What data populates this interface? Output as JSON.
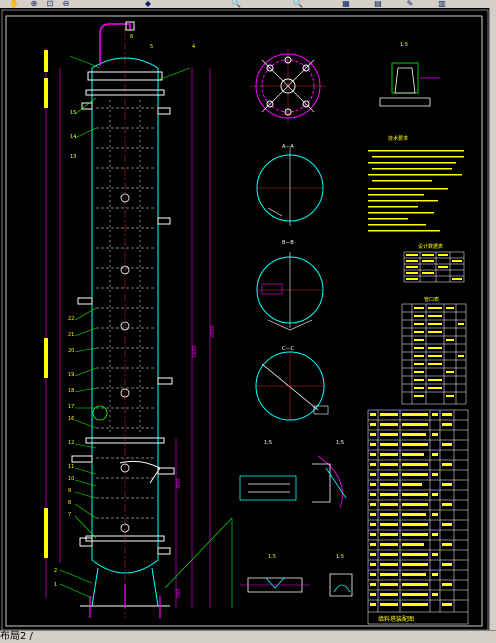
{
  "toolbar": {
    "icons": [
      "pan-icon",
      "zoom-realtime-icon",
      "zoom-window-icon",
      "zoom-previous-icon",
      "zoom-extents-icon",
      "properties-icon",
      "design-center-icon",
      "tool-palette-icon",
      "sheet-set-icon",
      "markup-icon",
      "calculator-icon"
    ]
  },
  "layout_tab": {
    "label": "布局2 /"
  },
  "drawing": {
    "view_labels": {
      "section_aa": "A—A",
      "section_bb": "B—B",
      "section_cc": "C—C"
    },
    "scale_labels": {
      "s1": "1:5",
      "s2": "1:5",
      "s3": "1:5",
      "s4": "1:5",
      "s5": "1:5"
    },
    "part_numbers": [
      "15",
      "14",
      "13",
      "22",
      "21",
      "20",
      "19",
      "18",
      "17",
      "16",
      "12",
      "11",
      "10",
      "9",
      "8",
      "7",
      "2",
      "1",
      "4",
      "5",
      "6"
    ],
    "dimension_labels": {
      "overall_height": "2800",
      "shell_section": "1600",
      "lower_section": "800",
      "bottom_section": "500"
    },
    "title_block": {
      "caption": "填料塔装配图"
    },
    "notes_title": "技术要求",
    "table_titles": {
      "design_data": "设计数据表",
      "nozzle_table": "管口表"
    }
  },
  "colors": {
    "background": "#000000",
    "shell": "#00ffff",
    "dimension": "#ff00ff",
    "note_text": "#ffff00",
    "leader": "#00ff00",
    "table_line": "#ffffff"
  }
}
